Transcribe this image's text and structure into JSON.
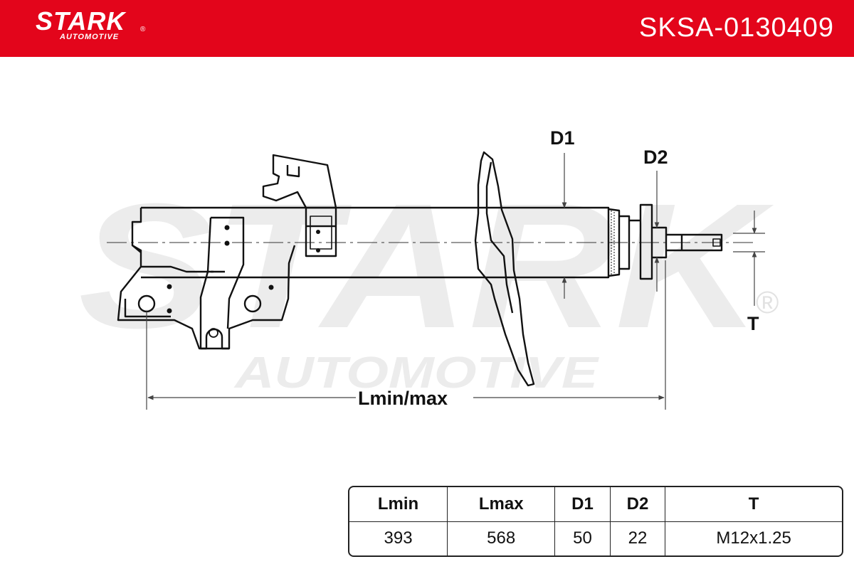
{
  "header": {
    "brand_name": "STARK",
    "brand_sub": "AUTOMOTIVE",
    "registered_mark": "®",
    "part_number": "SKSA-0130409",
    "background_color": "#e3051b"
  },
  "watermark": {
    "brand_name": "STARK",
    "brand_sub": "AUTOMOTIVE",
    "registered_mark": "®"
  },
  "drawing": {
    "dimension_labels": {
      "d1": "D1",
      "d2": "D2",
      "t": "T",
      "length": "Lmin/max"
    }
  },
  "spec_table": {
    "headers": [
      "Lmin",
      "Lmax",
      "D1",
      "D2",
      "T"
    ],
    "values": [
      "393",
      "568",
      "50",
      "22",
      "M12x1.25"
    ]
  }
}
